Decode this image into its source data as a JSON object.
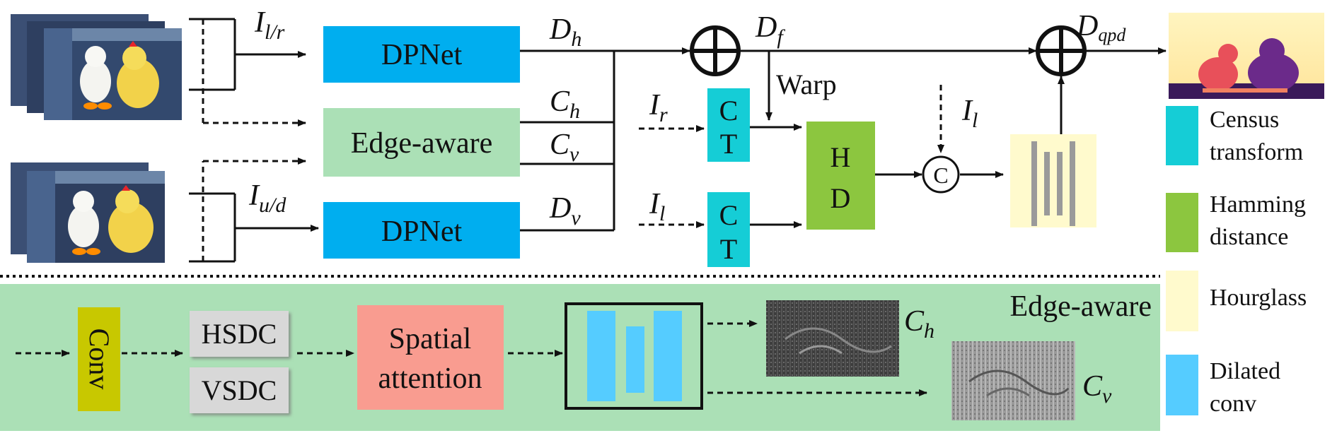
{
  "colors": {
    "dpnet": "#00AEEF",
    "edge_aware": "#ABE0B6",
    "census": "#15CDD6",
    "hamming": "#8CC63F",
    "hourglass": "#FFFACD",
    "dilated": "#55CCFF",
    "conv": "#C8C800",
    "sdc": "#D8D8D8",
    "spatial": "#F99C90",
    "panel": "#ABE0B6"
  },
  "top": {
    "dpnet_top": "DPNet",
    "dpnet_bottom": "DPNet",
    "edge_aware": "Edge-aware",
    "ct_top": "C\nT",
    "ct_bottom": "C\nT",
    "hd": "H\nD",
    "concat": "C",
    "warp": "Warp",
    "i_lr": "I",
    "i_lr_sub": "l/r",
    "i_ud": "I",
    "i_ud_sub": "u/d",
    "d_h": "D",
    "d_h_sub": "h",
    "c_h": "C",
    "c_h_sub": "h",
    "c_v": "C",
    "c_v_sub": "v",
    "d_v": "D",
    "d_v_sub": "v",
    "d_f": "D",
    "d_f_sub": "f",
    "i_r": "I",
    "i_r_sub": "r",
    "i_l_ct": "I",
    "i_l_ct_sub": "l",
    "i_l_cat": "I",
    "i_l_cat_sub": "l",
    "d_qpd": "D",
    "d_qpd_sub": "qpd"
  },
  "legend": {
    "census": [
      "Census",
      "transform"
    ],
    "hamming": [
      "Hamming",
      "distance"
    ],
    "hourglass": [
      "Hourglass"
    ],
    "dilated": [
      "Dilated",
      "conv"
    ]
  },
  "bottom": {
    "title": "Edge-aware",
    "conv": "Conv",
    "hsdc": "HSDC",
    "vsdc": "VSDC",
    "spatial_1": "Spatial",
    "spatial_2": "attention",
    "c_h": "C",
    "c_h_sub": "h",
    "c_v": "C",
    "c_v_sub": "v"
  }
}
